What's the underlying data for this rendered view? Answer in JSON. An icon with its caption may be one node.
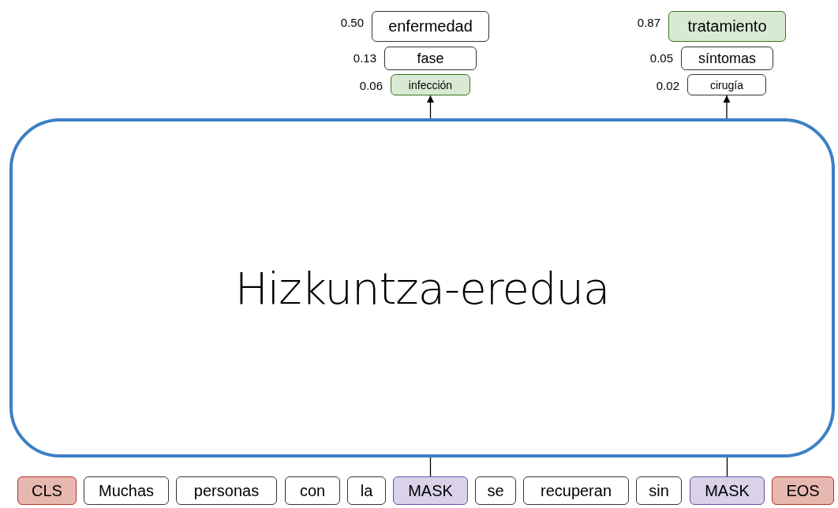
{
  "diagram": {
    "nodes": [
      {
        "text": [
          "Hizkuntza-eredua"
        ]
      },
      {
        "text": [
          "enfermedad"
        ],
        "beside": [
          "0.50"
        ]
      },
      {
        "text": [
          "fase"
        ],
        "beside": [
          "0.13"
        ]
      },
      {
        "text": [
          "infección"
        ],
        "beside": [
          "0.06"
        ]
      },
      {
        "text": [
          "tratamiento"
        ],
        "beside": [
          "0.87"
        ]
      },
      {
        "text": [
          "síntomas"
        ],
        "beside": [
          "0.05"
        ]
      },
      {
        "text": [
          "cirugía"
        ],
        "beside": [
          "0.02"
        ]
      },
      {
        "text": [
          "CLS"
        ]
      },
      {
        "text": [
          "Muchas"
        ]
      },
      {
        "text": [
          "personas"
        ]
      },
      {
        "text": [
          "con"
        ]
      },
      {
        "text": [
          "la"
        ]
      },
      {
        "text": [
          "MASK"
        ]
      },
      {
        "text": [
          "se"
        ]
      },
      {
        "text": [
          "recuperan"
        ]
      },
      {
        "text": [
          "sin"
        ]
      },
      {
        "text": [
          "MASK"
        ]
      },
      {
        "text": [
          "EOS"
        ]
      }
    ],
    "edges": [
      {
        "from": 0,
        "to": 3,
        "arrow": "to"
      },
      {
        "from": 0,
        "to": 6,
        "arrow": "to"
      },
      {
        "from": 12,
        "to": 0,
        "arrow": "none"
      },
      {
        "from": 16,
        "to": 0,
        "arrow": "none"
      }
    ]
  }
}
